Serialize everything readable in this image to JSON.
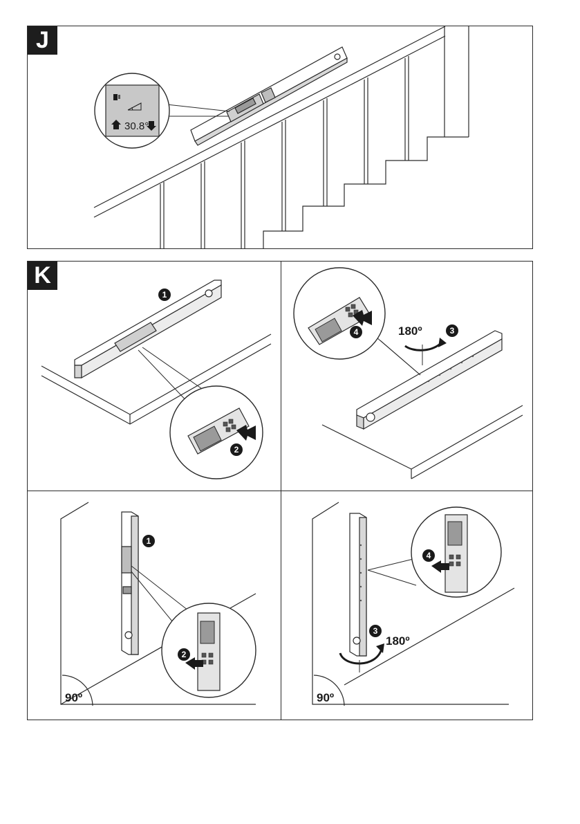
{
  "panels": {
    "j": {
      "label": "J",
      "display": {
        "angle": "30.8°"
      }
    },
    "k": {
      "label": "K",
      "steps": {
        "s1": "1",
        "s2": "2",
        "s3": "3",
        "s4": "4"
      },
      "rotation_label": "180º",
      "right_angle_label": "90º"
    }
  },
  "colors": {
    "line": "#2a2a2a",
    "badge": "#1d1d1d",
    "display_bg": "#c8c8c8",
    "fill_light": "#ececec"
  }
}
